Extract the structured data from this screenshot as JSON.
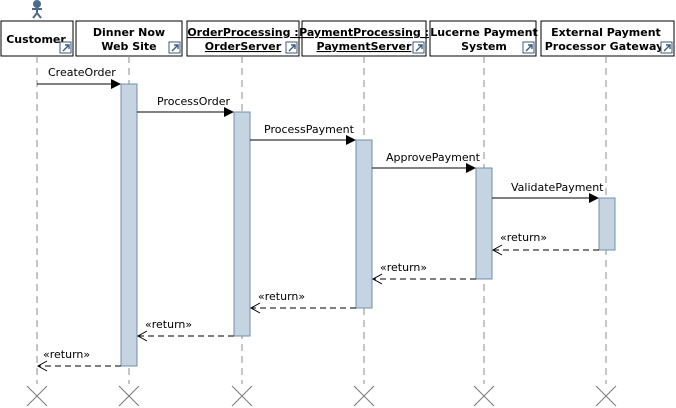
{
  "lifelines": [
    {
      "id": "customer",
      "lines": [
        "Customer"
      ],
      "underline": false,
      "actor": true
    },
    {
      "id": "dinner-now",
      "lines": [
        "Dinner Now",
        "Web Site"
      ],
      "underline": false,
      "actor": false
    },
    {
      "id": "order-processing",
      "lines": [
        "OrderProcessing :",
        "OrderServer"
      ],
      "underline": true,
      "actor": false
    },
    {
      "id": "payment-processing",
      "lines": [
        "PaymentProcessing :",
        "PaymentServer"
      ],
      "underline": true,
      "actor": false
    },
    {
      "id": "lucerne",
      "lines": [
        "Lucerne Payment",
        "System"
      ],
      "underline": false,
      "actor": false
    },
    {
      "id": "external-gateway",
      "lines": [
        "External Payment",
        "Processor Gateway"
      ],
      "underline": false,
      "actor": false
    }
  ],
  "messages": [
    {
      "label": "CreateOrder"
    },
    {
      "label": "ProcessOrder"
    },
    {
      "label": "ProcessPayment"
    },
    {
      "label": "ApprovePayment"
    },
    {
      "label": "ValidatePayment"
    }
  ],
  "returns": [
    {
      "label": "«return»"
    },
    {
      "label": "«return»"
    },
    {
      "label": "«return»"
    },
    {
      "label": "«return»"
    },
    {
      "label": "«return»"
    }
  ],
  "icons": {
    "lifeline_shortcut": "shortcut-arrow-icon",
    "actor": "actor-icon",
    "destroy": "destroy-x-icon"
  }
}
